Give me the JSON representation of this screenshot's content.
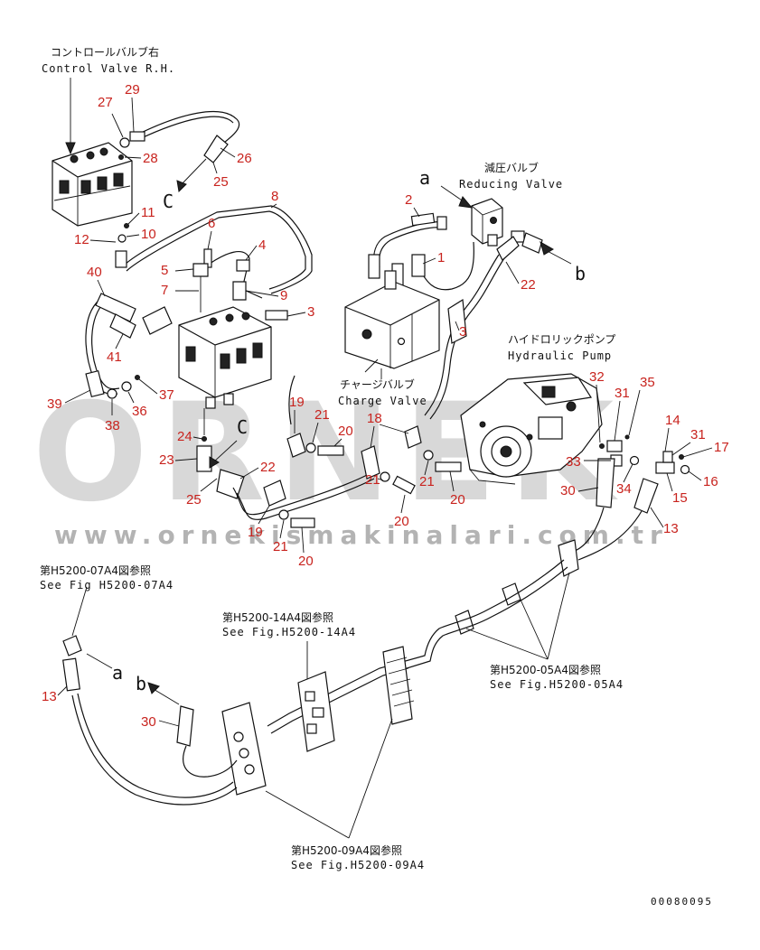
{
  "labels": {
    "control_valve_jp": "コントロールバルブ右",
    "control_valve_en": "Control Valve R.H.",
    "reducing_valve_jp": "減圧バルブ",
    "reducing_valve_en": "Reducing Valve",
    "charge_valve_jp": "チャージバルブ",
    "charge_valve_en": "Charge Valve",
    "hydraulic_pump_jp": "ハイドロリックポンプ",
    "hydraulic_pump_en": "Hydraulic Pump"
  },
  "refs": {
    "ref_07_jp": "第H5200-07A4図参照",
    "ref_07_en": "See Fig H5200-07A4",
    "ref_14_jp": "第H5200-14A4図参照",
    "ref_14_en": "See Fig.H5200-14A4",
    "ref_05_jp": "第H5200-05A4図参照",
    "ref_05_en": "See Fig.H5200-05A4",
    "ref_09_jp": "第H5200-09A4図参照",
    "ref_09_en": "See Fig.H5200-09A4"
  },
  "letters": {
    "c_upper": "C",
    "c_mid": "C",
    "a_upper": "a",
    "b_upper": "b",
    "a_lower": "a",
    "b_lower": "b"
  },
  "parts": {
    "p29": "29",
    "p27": "27",
    "p28": "28",
    "p26": "26",
    "p25a": "25",
    "p11": "11",
    "p10": "10",
    "p12": "12",
    "p8": "8",
    "p6": "6",
    "p4": "4",
    "p40": "40",
    "p5": "5",
    "p7": "7",
    "p9": "9",
    "p3a": "3",
    "p41": "41",
    "p39": "39",
    "p38": "38",
    "p36": "36",
    "p37": "37",
    "p19a": "19",
    "p24": "24",
    "p23": "23",
    "p25b": "25",
    "p22a": "22",
    "p19b": "19",
    "p21a": "21",
    "p20a": "20",
    "p21b": "21",
    "p20b": "20",
    "p18": "18",
    "p21c": "21",
    "p20c": "20",
    "p21d": "21",
    "p20d": "20",
    "p2": "2",
    "p1": "1",
    "p22b": "22",
    "p3b": "3",
    "p32": "32",
    "p31a": "31",
    "p35": "35",
    "p14": "14",
    "p31b": "31",
    "p17": "17",
    "p33": "33",
    "p34": "34",
    "p30a": "30",
    "p15": "15",
    "p16": "16",
    "p13a": "13",
    "p13b": "13",
    "p30b": "30"
  },
  "watermark": {
    "brand": "ORNEK",
    "url": "www.ornekismakinalari.com.tr"
  },
  "drawing_code": "00080095"
}
